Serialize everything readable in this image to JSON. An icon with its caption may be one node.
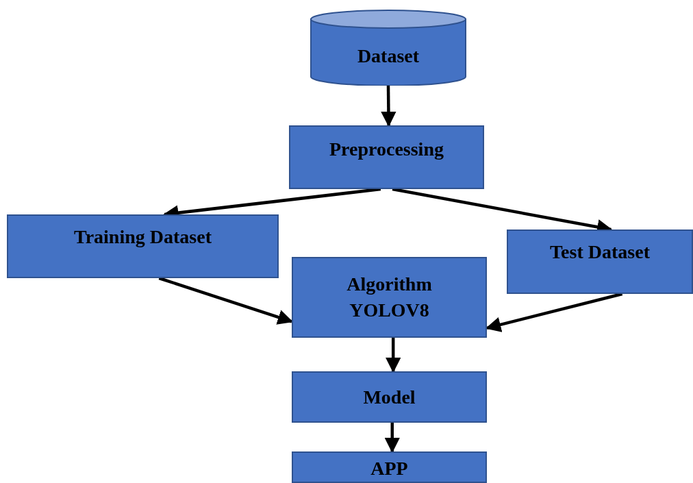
{
  "diagram": {
    "nodes": [
      {
        "text": [
          "Dataset"
        ]
      },
      {
        "text": [
          "Preprocessing"
        ]
      },
      {
        "text": [
          "Training Dataset"
        ]
      },
      {
        "text": [
          "Test Dataset"
        ]
      },
      {
        "text": [
          "Algorithm",
          "YOLOV8"
        ]
      },
      {
        "text": [
          "Model"
        ]
      },
      {
        "text": [
          "APP"
        ]
      }
    ],
    "edges": [
      {
        "from": 0,
        "to": 1,
        "arrow": "to"
      },
      {
        "from": 1,
        "to": 2,
        "arrow": "to"
      },
      {
        "from": 1,
        "to": 3,
        "arrow": "to"
      },
      {
        "from": 2,
        "to": 4,
        "arrow": "to"
      },
      {
        "from": 3,
        "to": 4,
        "arrow": "to"
      },
      {
        "from": 4,
        "to": 5,
        "arrow": "to"
      },
      {
        "from": 5,
        "to": 6,
        "arrow": "to"
      }
    ]
  }
}
